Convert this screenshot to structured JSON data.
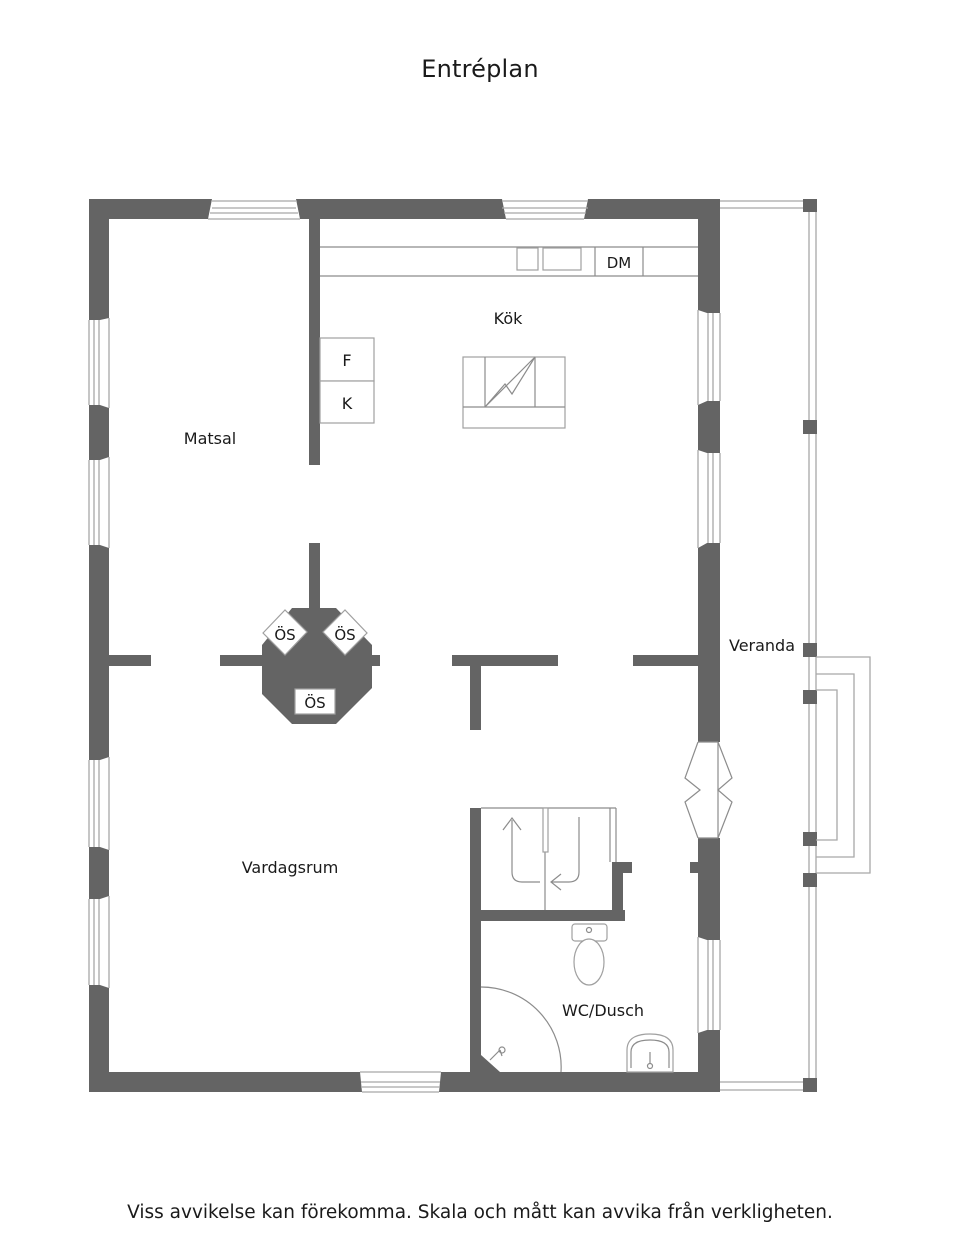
{
  "title": "Entréplan",
  "footer": "Viss avvikelse kan förekomma. Skala och mått kan avvika från verkligheten.",
  "colors": {
    "wall": "#646464",
    "fixture_line": "#a0a0a0",
    "background": "#ffffff",
    "text": "#1a1a1a"
  },
  "rooms": [
    {
      "id": "matsal",
      "label": "Matsal"
    },
    {
      "id": "kok",
      "label": "Kök"
    },
    {
      "id": "veranda",
      "label": "Veranda"
    },
    {
      "id": "vardagsrum",
      "label": "Vardagsrum"
    },
    {
      "id": "wc",
      "label": "WC/Dusch"
    }
  ],
  "fixtures": {
    "dishwasher": "DM",
    "fridge": "F",
    "freezer": "K",
    "stoves": [
      "ÖS",
      "ÖS",
      "ÖS"
    ]
  }
}
